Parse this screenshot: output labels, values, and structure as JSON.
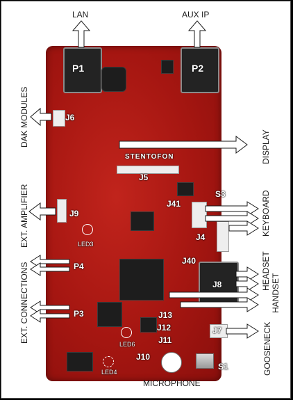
{
  "labels": {
    "lan": "LAN",
    "aux_ip": "AUX IP",
    "p1": "P1",
    "p2": "P2",
    "dak_modules": "DAK MODULES",
    "j6": "J6",
    "display": "DISPLAY",
    "j5": "J5",
    "stentofon": "STENTOFON",
    "s3": "S3",
    "ext_amplifier": "EXT. AMPLIFIER",
    "j9": "J9",
    "j41": "J41",
    "keyboard": "KEYBOARD",
    "j4": "J4",
    "led3": "LED3",
    "ext_connections": "EXT. CONNECTIONS",
    "p4": "P4",
    "j40": "J40",
    "headset": "HEADSET",
    "handset": "HANDSET",
    "j8": "J8",
    "p3": "P3",
    "j13": "J13",
    "j12": "J12",
    "led6": "LED6",
    "j11": "J11",
    "gooseneck": "GOOSENECK",
    "j7": "J7",
    "j10": "J10",
    "s1": "S1",
    "led4": "LED4",
    "microphone": "MICROPHONE"
  },
  "colors": {
    "board": "#a51611",
    "arrow_fill": "#ffffff",
    "arrow_stroke": "#1a1a1a",
    "label_text": "#ffffff",
    "callout_text": "#1a1a1a"
  }
}
